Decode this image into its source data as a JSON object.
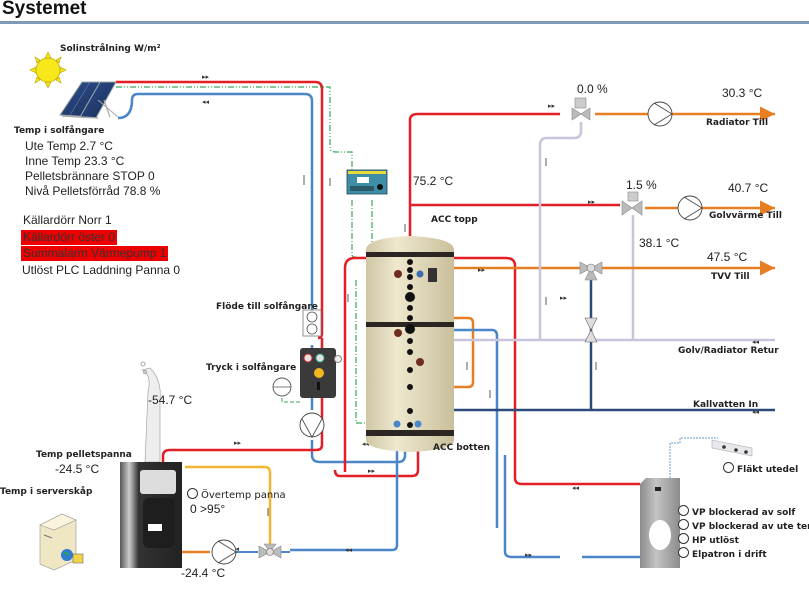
{
  "title": "Systemet",
  "colors": {
    "hot": "#e31e24",
    "cold": "#4a86c8",
    "dark_cold": "#2c4a7a",
    "supply": "#e87e22",
    "return": "#c8c4dc",
    "boiler_out": "#f2b632",
    "signal": "#3aa85a"
  },
  "solar": {
    "irradiance_label": "Solinstrålning  W/m²",
    "collector_temp_label": "Temp i solfångare",
    "flow_label": "Flöde till solfångare",
    "pressure_label": "Tryck i solfångare"
  },
  "status": {
    "ute_temp": "Ute Temp 2.7 °C",
    "inne_temp": "Inne Temp 23.3 °C",
    "pellets_stop": "Pelletsbrännare STOP 0",
    "pellets_level": "Nivå Pelletsförråd 78.8 %",
    "door_north": "Källardörr Norr 1",
    "door_east": "Källardörr öster 0",
    "heatpump_alarm": "Summalarm Värmepump 1",
    "plc_trip": "Utlöst PLC Laddning Panna 0"
  },
  "tank": {
    "top_temp": "75.2 °C",
    "top_label": "ACC topp",
    "bottom_label": "ACC botten"
  },
  "circuits": {
    "radiator_valve": "0.0 %",
    "radiator_temp": "30.3 °C",
    "radiator_label": "Radiator Till",
    "floor_valve": "1.5 %",
    "floor_temp": "40.7 °C",
    "floor_label": "Golvvärme Till",
    "return_temp": "38.1 °C",
    "tvv_temp": "47.5 °C",
    "tvv_label": "TVV Till",
    "return_label": "Golv/Radiator Retur",
    "cold_label": "Kallvatten In"
  },
  "boiler": {
    "flue_temp": "-54.7 °C",
    "temp_label": "Temp pelletspanna",
    "temp_value": "-24.5 °C",
    "overtemp_label": "Övertemp panna",
    "overtemp_value": "0 >95°",
    "return_temp": "-24.4 °C"
  },
  "server": {
    "label": "Temp i serverskåp"
  },
  "heatpump": {
    "fan_label": "Fläkt utedel",
    "indicators": [
      "VP blockerad av solf",
      "VP blockerad av ute temp",
      "HP utlöst",
      "Elpatron i drift"
    ]
  }
}
